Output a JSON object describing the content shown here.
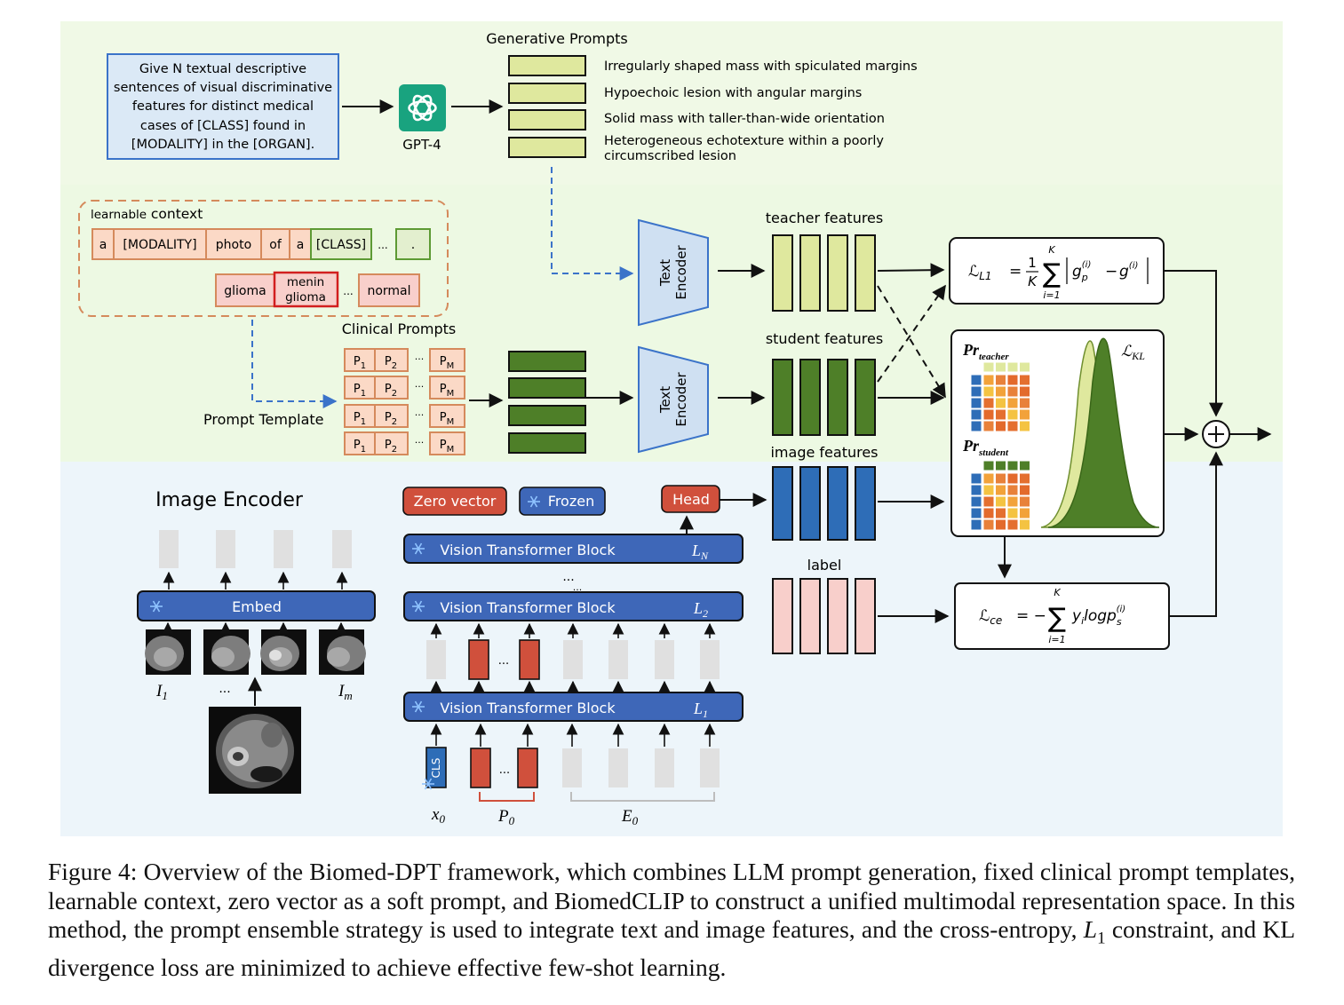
{
  "generative": {
    "title": "Generative Prompts",
    "query": [
      "Give N textual descriptive",
      "sentences of visual discriminative",
      "features for distinct medical",
      "cases of [CLASS] found in",
      "[MODALITY] in the [ORGAN]."
    ],
    "gpt_label": "GPT-4",
    "prompts": [
      "Irregularly shaped mass with spiculated margins",
      "Hypoechoic lesion with angular margins",
      "Solid mass with taller-than-wide orientation",
      "Heterogeneous echotexture within a poorly",
      "circumscribed lesion"
    ]
  },
  "context": {
    "title_small": "learnable",
    "title_main": "context",
    "tokens": [
      "a",
      "[MODALITY]",
      "photo",
      "of",
      "a",
      "[CLASS]",
      "...",
      "."
    ],
    "classes": [
      "glioma",
      "menin",
      "glioma",
      "...",
      "normal"
    ]
  },
  "clinical": {
    "title": "Clinical Prompts",
    "template_label": "Prompt Template",
    "p": "P",
    "sub1": "1",
    "sub2": "2",
    "subM": "M",
    "dots": "..."
  },
  "encoders": {
    "text1": "Text",
    "text2": "Encoder"
  },
  "features": {
    "teacher": "teacher features",
    "student": "student features",
    "image": "image features",
    "label": "label"
  },
  "loss": {
    "l1_lhs": "ℒ",
    "l1_sub": "L1",
    "frac_num": "1",
    "frac_den": "K",
    "sum_top": "K",
    "sum_bot": "i=1",
    "g": "g",
    "p": "p",
    "sup_i": "(i)",
    "kl_lhs": "ℒ",
    "kl_sub": "KL",
    "pr": "Pr",
    "teacher_sub": "teacher",
    "student_sub": "student",
    "ce_lhs": "ℒ",
    "ce_sub": "ce",
    "y": "y",
    "i": "i",
    "logp": "logp",
    "s": "s"
  },
  "image_encoder": {
    "title": "Image Encoder",
    "embed": "Embed",
    "i_label": "I",
    "i_sub1": "1",
    "i_subm": "m",
    "dots": "..."
  },
  "vit": {
    "zero_vector": "Zero vector",
    "frozen": "Frozen",
    "head": "Head",
    "block": "Vision Transformer Block",
    "l": "L",
    "ln": "N",
    "l2": "2",
    "l1": "1",
    "dots": "...",
    "cls": "CLS",
    "x": "x",
    "x_sub": "0",
    "p": "P",
    "p_sub": "0",
    "e": "E",
    "e_sub": "0"
  },
  "caption": {
    "part1": "Figure 4: Overview of the Biomed-DPT framework, which combines LLM prompt generation, fixed clinical prompt templates, learnable context, zero vector as a soft prompt, and BiomedCLIP to construct a unified multimodal representation space. In this method, the prompt ensemble strategy is used to integrate text and image features, and the cross-entropy,",
    "l": "L",
    "l_sub": "1",
    "part2": "constraint, and KL divergence loss are minimized to achieve effective few-shot learning."
  },
  "colors": {
    "band_top": "#f0f9e6",
    "band_mid": "#edf9e3",
    "band_bottom": "#edf5fa",
    "light_green": "#dfe89e",
    "dark_green": "#4e7f28",
    "blue": "#2e6db7",
    "pink": "#f8cfcb",
    "peach": "#fbd9c6",
    "orange_border": "#d58a5c",
    "red": "#d0503c",
    "encoder_blue": "#cfe0f2",
    "vit_blue": "#3e67b8",
    "gray_token": "#e0e0e0"
  }
}
